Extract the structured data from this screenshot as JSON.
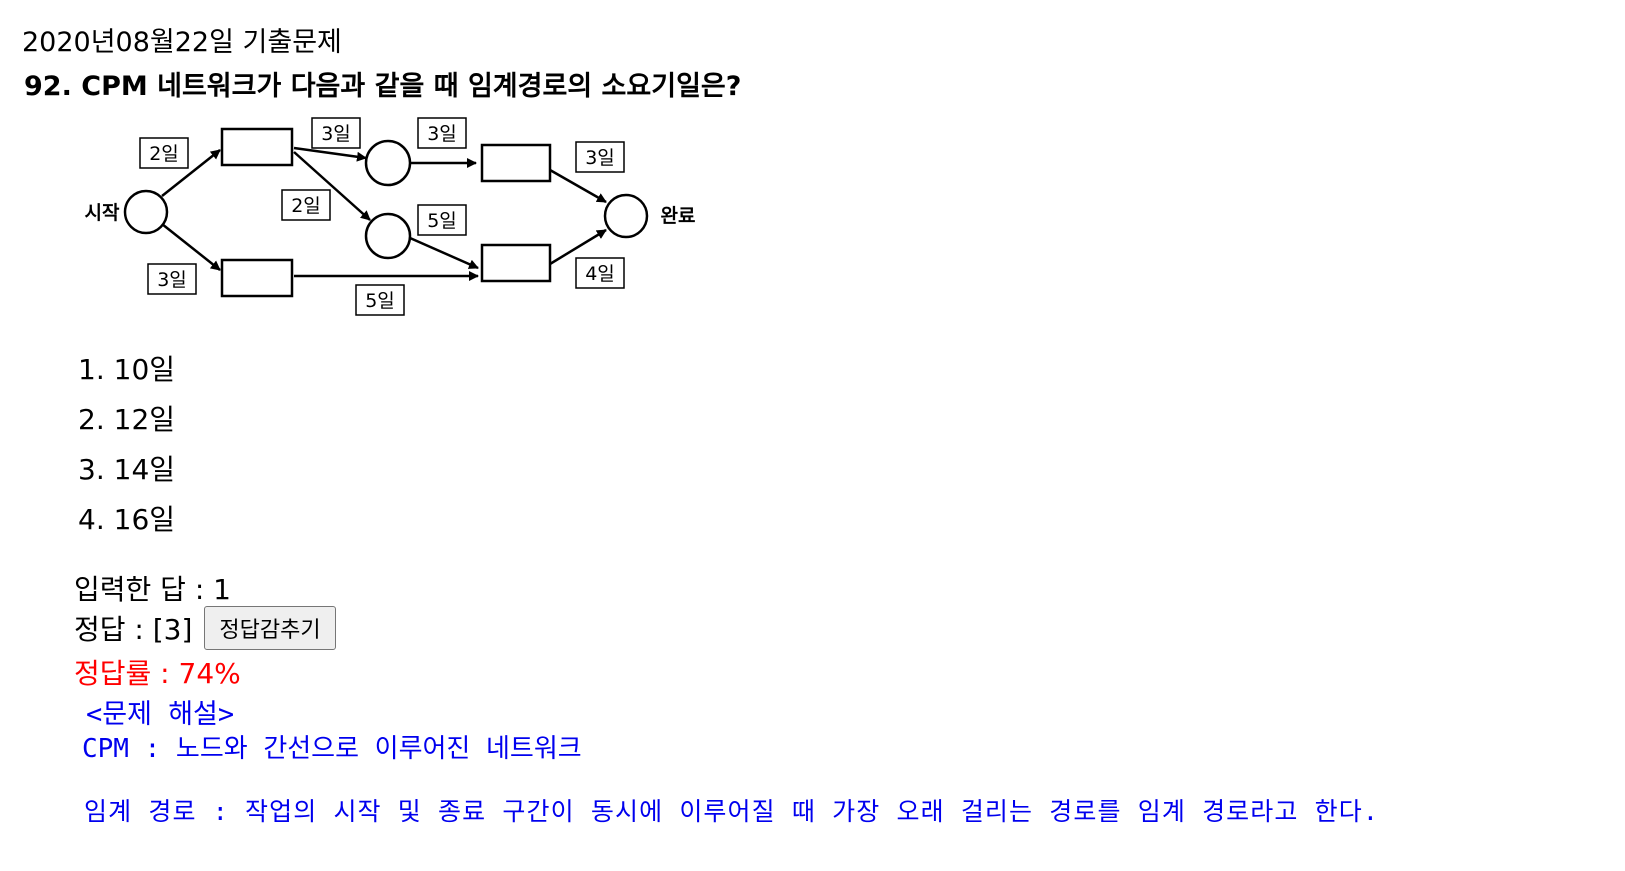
{
  "exam_title": "2020년08월22일 기출문제",
  "question": {
    "number": "92.",
    "text": "CPM 네트워크가 다음과 같을 때 임계경로의 소요기일은?"
  },
  "diagram": {
    "start_label": "시작",
    "end_label": "완료",
    "edge_labels": [
      "2일",
      "3일",
      "2일",
      "3일",
      "3일",
      "3일",
      "5일",
      "4일",
      "5일"
    ]
  },
  "choices": [
    {
      "number": "1.",
      "text": "10일"
    },
    {
      "number": "2.",
      "text": "12일"
    },
    {
      "number": "3.",
      "text": "14일"
    },
    {
      "number": "4.",
      "text": "16일"
    }
  ],
  "answer": {
    "entered": "입력한 답 : 1",
    "correct": "정답 : [3]",
    "hide_button": "정답감추기",
    "rate": "정답률 : 74%"
  },
  "explanation": {
    "header": "<문제 해설>",
    "cpm": "CPM : 노드와 간선으로 이루어진 네트워크",
    "critical_path": "임계 경로 : 작업의 시작 및 종료 구간이 동시에 이루어질 때 가장 오래 걸리는 경로를 임계 경로라고 한다."
  }
}
